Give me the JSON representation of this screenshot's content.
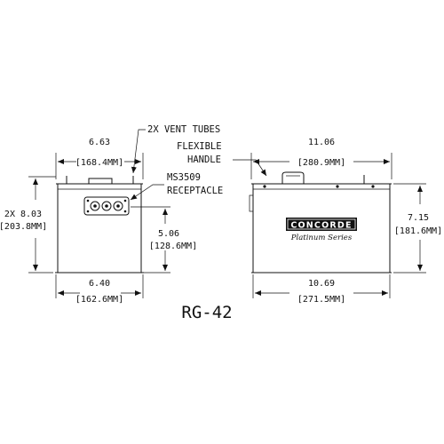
{
  "drawing": {
    "title": "RG-42",
    "brand": "CONCORDE",
    "brand_series": "Platinum Series",
    "callouts": {
      "vent_tubes": "2X VENT TUBES",
      "handle_line1": "FLEXIBLE",
      "handle_line2": "HANDLE",
      "receptacle_line1": "MS3509",
      "receptacle_line2": "RECEPTACLE"
    },
    "dimensions": {
      "front_top_width": {
        "in": "6.63",
        "mm": "[168.4MM]"
      },
      "front_height": {
        "in": "2X 8.03",
        "mm": "[203.8MM]"
      },
      "receptacle_height": {
        "in": "5.06",
        "mm": "[128.6MM]"
      },
      "front_bottom_width": {
        "in": "6.40",
        "mm": "[162.6MM]"
      },
      "side_top_width": {
        "in": "11.06",
        "mm": "[280.9MM]"
      },
      "side_height": {
        "in": "7.15",
        "mm": "[181.6MM]"
      },
      "side_bottom_width": {
        "in": "10.69",
        "mm": "[271.5MM]"
      }
    }
  }
}
